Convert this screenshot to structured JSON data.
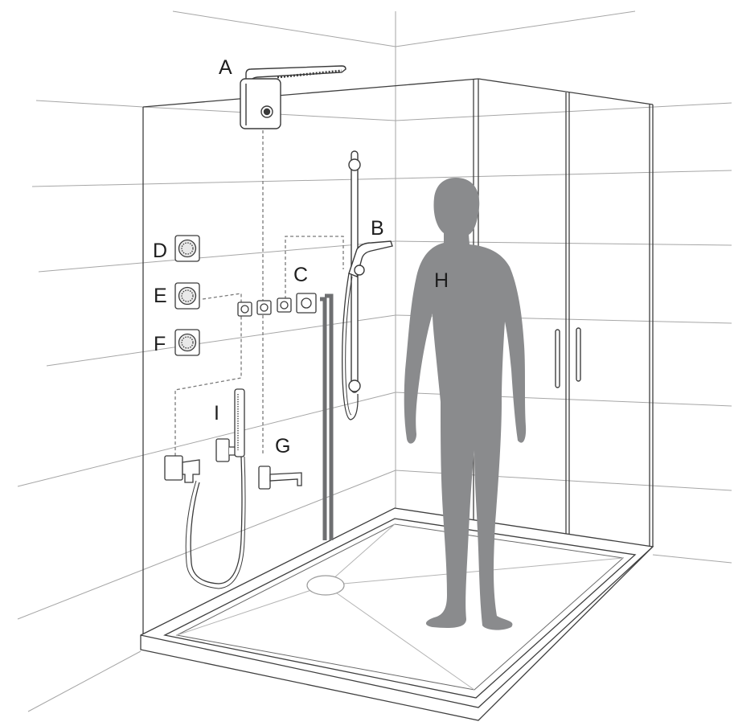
{
  "labels": {
    "a": "A",
    "b": "B",
    "c": "C",
    "d": "D",
    "e": "E",
    "f": "F",
    "g": "G",
    "h": "H",
    "i": "I"
  },
  "colors": {
    "line": "#3a3a3a",
    "wall_line": "#9a9a9a",
    "figure": "#8a8b8d",
    "pipe": "#6e6f71",
    "dash": "#7a7a7a"
  }
}
